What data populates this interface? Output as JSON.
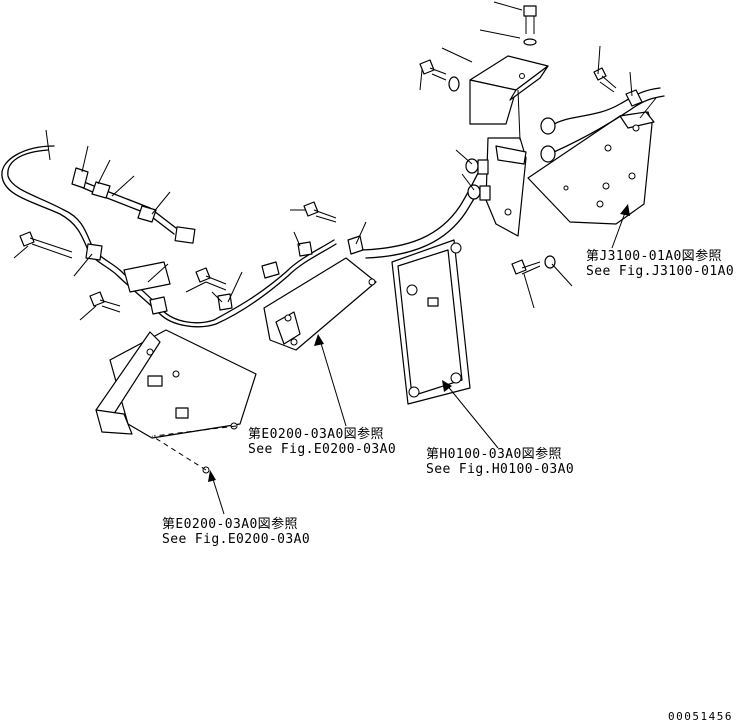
{
  "references": [
    {
      "id": "e0200-a",
      "ja": "第E0200-03A0図参照",
      "en": "See Fig.E0200-03A0"
    },
    {
      "id": "h0100",
      "ja": "第H0100-03A0図参照",
      "en": "See Fig.H0100-03A0"
    },
    {
      "id": "j3100",
      "ja": "第J3100-01A0図参照",
      "en": "See Fig.J3100-01A0"
    },
    {
      "id": "e0200-b",
      "ja": "第E0200-03A0図参照",
      "en": "See Fig.E0200-03A0"
    }
  ],
  "drawing_number": "00051456"
}
